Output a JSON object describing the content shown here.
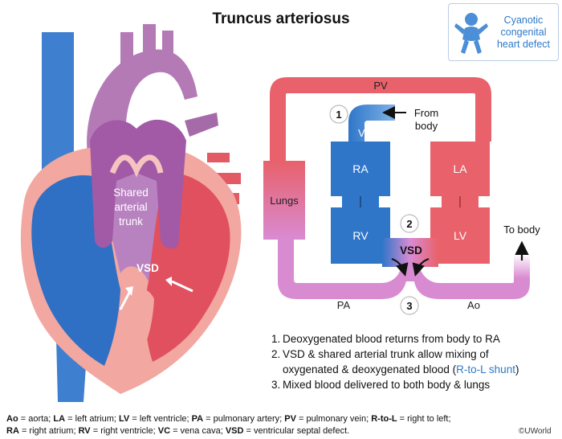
{
  "title": "Truncus arteriosus",
  "badge": {
    "line1": "Cyanotic",
    "line2": "congenital",
    "line3": "heart defect",
    "icon": "baby-icon"
  },
  "heart_labels": {
    "trunk_line1": "Shared",
    "trunk_line2": "arterial",
    "trunk_line3": "trunk",
    "vsd": "VSD"
  },
  "schematic": {
    "pv": "PV",
    "vc": "VC",
    "from_body_line1": "From",
    "from_body_line2": "body",
    "ra": "RA",
    "la": "LA",
    "rv": "RV",
    "lv": "LV",
    "lungs": "Lungs",
    "vsd": "VSD",
    "to_body": "To body",
    "pa": "PA",
    "ao": "Ao",
    "markers": [
      "1",
      "2",
      "3"
    ]
  },
  "steps": [
    {
      "num": "1.",
      "text": "Deoxygenated blood returns from body to RA"
    },
    {
      "num": "2.",
      "text_a": "VSD & shared arterial trunk allow mixing of",
      "text_b": "oxygenated & deoxygenated blood (",
      "shunt": "R-to-L shunt",
      "text_c": ")"
    },
    {
      "num": "3.",
      "text": "Mixed blood delivered to both body & lungs"
    }
  ],
  "legend": [
    {
      "abbr": "Ao",
      "def": " = aorta; "
    },
    {
      "abbr": "LA",
      "def": " = left atrium; "
    },
    {
      "abbr": "LV",
      "def": " = left ventricle; "
    },
    {
      "abbr": "PA",
      "def": " = pulmonary artery; "
    },
    {
      "abbr": "PV",
      "def": " = pulmonary vein; "
    },
    {
      "abbr": "R-to-L",
      "def": " = right to left;"
    },
    {
      "abbr": "RA",
      "def": " = right atrium; "
    },
    {
      "abbr": "RV",
      "def": " = right ventricle; "
    },
    {
      "abbr": "VC",
      "def": " = vena cava; "
    },
    {
      "abbr": "VSD",
      "def": " = ventricular septal defect."
    }
  ],
  "copyright": "©UWorld",
  "colors": {
    "oxygenated": "#e8616b",
    "deoxygenated": "#2f76c9",
    "mixed": "#d98bd2",
    "heart_wall": "#f2a7a0",
    "trunk": "#a56aa8"
  }
}
